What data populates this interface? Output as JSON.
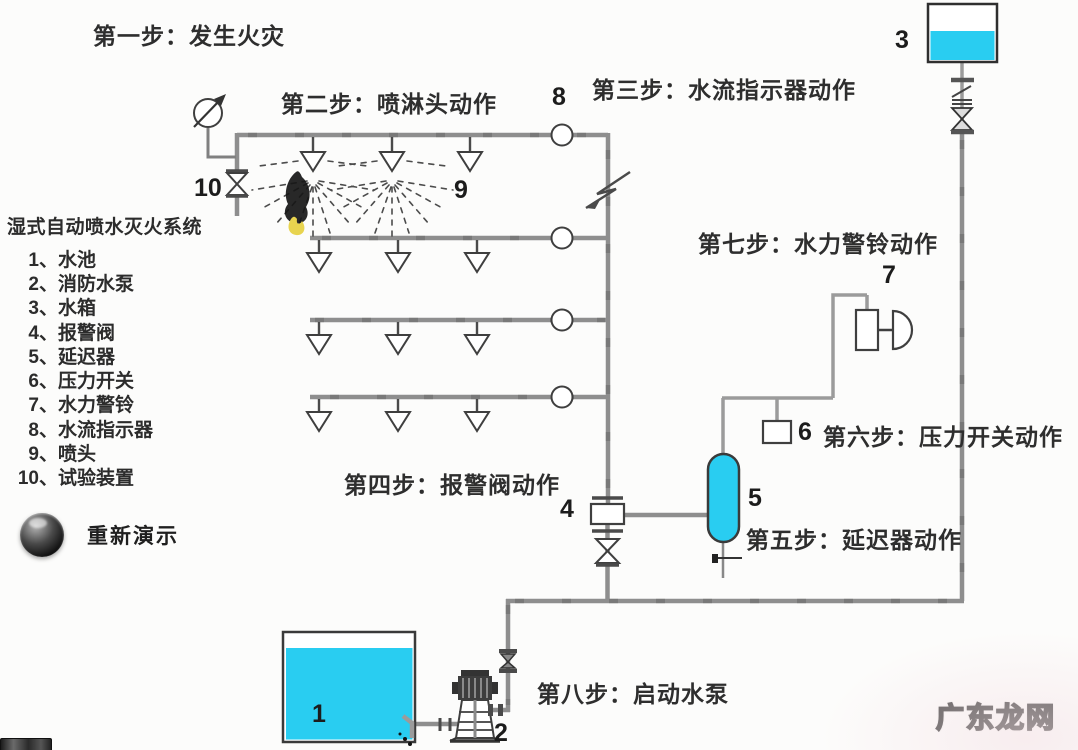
{
  "diagram": {
    "steps": {
      "step1": "第一步：发生火灾",
      "step2": "第二步：喷淋头动作",
      "step3": "第三步：水流指示器动作",
      "step4": "第四步：报警阀动作",
      "step5": "第五步：延迟器动作",
      "step6": "第六步：压力开关动作",
      "step7": "第七步：水力警铃动作",
      "step8": "第八步：启动水泵"
    },
    "component_labels": {
      "water_pool": "1",
      "fire_pump": "2",
      "roof_tank": "3",
      "alarm_valve": "4",
      "retard_chamber": "5",
      "pressure_switch": "6",
      "alarm_bell": "7",
      "flow_indicator": "8",
      "sprinkler": "9",
      "test_device": "10"
    }
  },
  "legend": {
    "title": "湿式自动喷水灭火系统",
    "items": [
      {
        "num": "1、",
        "name": "水池"
      },
      {
        "num": "2、",
        "name": "消防水泵"
      },
      {
        "num": "3、",
        "name": "水箱"
      },
      {
        "num": "4、",
        "name": "报警阀"
      },
      {
        "num": "5、",
        "name": "延迟器"
      },
      {
        "num": "6、",
        "name": "压力开关"
      },
      {
        "num": "7、",
        "name": "水力警铃"
      },
      {
        "num": "8、",
        "name": "水流指示器"
      },
      {
        "num": "9、",
        "name": "喷头"
      },
      {
        "num": "10、",
        "name": "试验装置"
      }
    ]
  },
  "replay": {
    "label": "重新演示"
  },
  "watermark": "广东龙网",
  "colors": {
    "water": "#29cdf1",
    "pipe": "#8e8e8e",
    "ink": "#2e2e2e"
  }
}
